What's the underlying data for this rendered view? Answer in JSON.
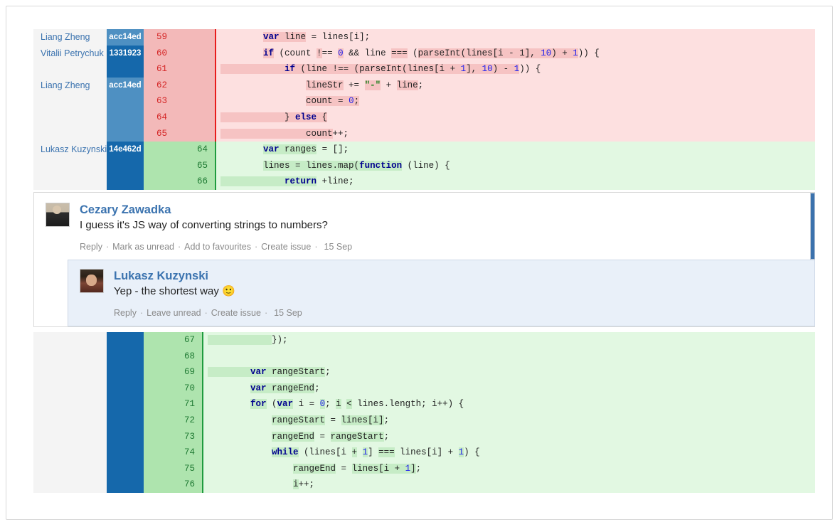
{
  "diff_top": {
    "rows": [
      {
        "author": "Liang Zheng",
        "hash": "acc14ed",
        "hash_shade": "light",
        "num": "59",
        "kind": "del",
        "code": [
          {
            "t": "        ",
            "h": false,
            "c": ""
          },
          {
            "t": "var",
            "h": true,
            "c": "kw"
          },
          {
            "t": " ",
            "h": true,
            "c": ""
          },
          {
            "t": "line",
            "h": true,
            "c": ""
          },
          {
            "t": " = lines[i];",
            "h": false,
            "c": ""
          }
        ]
      },
      {
        "author": "Vitalii Petrychuk",
        "hash": "1331923",
        "hash_shade": "dark",
        "num": "60",
        "kind": "del",
        "code": [
          {
            "t": "        ",
            "h": false,
            "c": ""
          },
          {
            "t": "if",
            "h": true,
            "c": "kw"
          },
          {
            "t": " (count ",
            "h": false,
            "c": ""
          },
          {
            "t": "!",
            "h": true,
            "c": ""
          },
          {
            "t": "== ",
            "h": false,
            "c": ""
          },
          {
            "t": "0",
            "h": true,
            "c": "num"
          },
          {
            "t": " && line ",
            "h": false,
            "c": ""
          },
          {
            "t": "===",
            "h": true,
            "c": ""
          },
          {
            "t": " (",
            "h": false,
            "c": ""
          },
          {
            "t": "parseInt(lines[i ",
            "h": true,
            "c": ""
          },
          {
            "t": "-",
            "h": true,
            "c": ""
          },
          {
            "t": " 1], ",
            "h": true,
            "c": ""
          },
          {
            "t": "10",
            "h": true,
            "c": "num"
          },
          {
            "t": ") + ",
            "h": true,
            "c": ""
          },
          {
            "t": "1",
            "h": true,
            "c": "num"
          },
          {
            "t": ")) {",
            "h": false,
            "c": ""
          }
        ]
      },
      {
        "author": "",
        "hash": "",
        "hash_shade": "dark",
        "num": "61",
        "kind": "del",
        "code": [
          {
            "t": "            ",
            "h": true,
            "c": ""
          },
          {
            "t": "if",
            "h": true,
            "c": "kw"
          },
          {
            "t": " (line ",
            "h": true,
            "c": ""
          },
          {
            "t": "!",
            "h": true,
            "c": ""
          },
          {
            "t": "== ",
            "h": true,
            "c": ""
          },
          {
            "t": "(parseInt(lines[i + ",
            "h": true,
            "c": ""
          },
          {
            "t": "1",
            "h": true,
            "c": "num"
          },
          {
            "t": "], ",
            "h": true,
            "c": ""
          },
          {
            "t": "10",
            "h": true,
            "c": "num"
          },
          {
            "t": ") ",
            "h": true,
            "c": ""
          },
          {
            "t": "-",
            "h": true,
            "c": ""
          },
          {
            "t": " ",
            "h": true,
            "c": ""
          },
          {
            "t": "1",
            "h": true,
            "c": "num"
          },
          {
            "t": ")) {",
            "h": false,
            "c": ""
          }
        ]
      },
      {
        "author": "Liang Zheng",
        "hash": "acc14ed",
        "hash_shade": "light",
        "num": "62",
        "kind": "del",
        "code": [
          {
            "t": "                ",
            "h": false,
            "c": ""
          },
          {
            "t": "lineStr",
            "h": true,
            "c": ""
          },
          {
            "t": " += ",
            "h": false,
            "c": ""
          },
          {
            "t": "\"-\"",
            "h": true,
            "c": "str"
          },
          {
            "t": " + ",
            "h": false,
            "c": ""
          },
          {
            "t": "line",
            "h": true,
            "c": ""
          },
          {
            "t": ";",
            "h": false,
            "c": ""
          }
        ]
      },
      {
        "author": "",
        "hash": "",
        "hash_shade": "light",
        "num": "63",
        "kind": "del",
        "code": [
          {
            "t": "                ",
            "h": false,
            "c": ""
          },
          {
            "t": "count",
            "h": true,
            "c": ""
          },
          {
            "t": " = ",
            "h": true,
            "c": ""
          },
          {
            "t": "0",
            "h": true,
            "c": "num"
          },
          {
            "t": ";",
            "h": true,
            "c": ""
          }
        ]
      },
      {
        "author": "",
        "hash": "",
        "hash_shade": "light",
        "num": "64",
        "kind": "del",
        "code": [
          {
            "t": "            ",
            "h": true,
            "c": ""
          },
          {
            "t": "} ",
            "h": true,
            "c": ""
          },
          {
            "t": "else",
            "h": true,
            "c": "kw"
          },
          {
            "t": " {",
            "h": true,
            "c": ""
          }
        ]
      },
      {
        "author": "",
        "hash": "",
        "hash_shade": "light",
        "num": "65",
        "kind": "del",
        "code": [
          {
            "t": "                ",
            "h": true,
            "c": ""
          },
          {
            "t": "count",
            "h": true,
            "c": ""
          },
          {
            "t": "++;",
            "h": false,
            "c": ""
          }
        ]
      },
      {
        "author": "Lukasz Kuzynski",
        "hash": "14e462d",
        "hash_shade": "dark",
        "num": "64",
        "kind": "add",
        "code": [
          {
            "t": "        ",
            "h": false,
            "c": ""
          },
          {
            "t": "var",
            "h": true,
            "c": "kw"
          },
          {
            "t": " ",
            "h": true,
            "c": ""
          },
          {
            "t": "ranges",
            "h": true,
            "c": ""
          },
          {
            "t": " = [];",
            "h": false,
            "c": ""
          }
        ]
      },
      {
        "author": "",
        "hash": "",
        "hash_shade": "dark",
        "num": "65",
        "kind": "add",
        "code": [
          {
            "t": "        ",
            "h": false,
            "c": ""
          },
          {
            "t": "lines",
            "h": true,
            "c": ""
          },
          {
            "t": " = ",
            "h": true,
            "c": ""
          },
          {
            "t": "lines.map(",
            "h": true,
            "c": ""
          },
          {
            "t": "function",
            "h": true,
            "c": "kw"
          },
          {
            "t": " (line) {",
            "h": false,
            "c": ""
          }
        ]
      },
      {
        "author": "",
        "hash": "",
        "hash_shade": "dark",
        "num": "66",
        "kind": "add",
        "code": [
          {
            "t": "            ",
            "h": true,
            "c": ""
          },
          {
            "t": "return",
            "h": true,
            "c": "kw"
          },
          {
            "t": " +line;",
            "h": false,
            "c": ""
          }
        ]
      }
    ]
  },
  "comments": {
    "main": {
      "author": "Cezary Zawadka",
      "text": "I guess it's JS way of converting strings to numbers?",
      "actions": [
        "Reply",
        "Mark as unread",
        "Add to favourites",
        "Create issue"
      ],
      "date": "15 Sep",
      "avatar_icon": "user-avatar-icon"
    },
    "reply": {
      "author": "Lukasz Kuzynski",
      "text": "Yep - the shortest way ",
      "emoji": "🙂",
      "actions": [
        "Reply",
        "Leave unread",
        "Create issue"
      ],
      "date": "15 Sep",
      "avatar_icon": "user-avatar-icon"
    },
    "separator": "·"
  },
  "diff_bottom": {
    "rows": [
      {
        "author": "",
        "hash": "",
        "hash_shade": "dark",
        "num": "67",
        "kind": "add",
        "code": [
          {
            "t": "            ",
            "h": true,
            "c": ""
          },
          {
            "t": "});",
            "h": false,
            "c": ""
          }
        ]
      },
      {
        "author": "",
        "hash": "",
        "hash_shade": "dark",
        "num": "68",
        "kind": "add",
        "code": [
          {
            "t": "",
            "h": false,
            "c": ""
          }
        ]
      },
      {
        "author": "",
        "hash": "",
        "hash_shade": "dark",
        "num": "69",
        "kind": "add",
        "code": [
          {
            "t": "        ",
            "h": true,
            "c": ""
          },
          {
            "t": "var",
            "h": true,
            "c": "kw"
          },
          {
            "t": " ",
            "h": true,
            "c": ""
          },
          {
            "t": "rangeStart",
            "h": true,
            "c": ""
          },
          {
            "t": ";",
            "h": false,
            "c": ""
          }
        ]
      },
      {
        "author": "",
        "hash": "",
        "hash_shade": "dark",
        "num": "70",
        "kind": "add",
        "code": [
          {
            "t": "        ",
            "h": false,
            "c": ""
          },
          {
            "t": "var",
            "h": true,
            "c": "kw"
          },
          {
            "t": " ",
            "h": true,
            "c": ""
          },
          {
            "t": "rangeEnd",
            "h": true,
            "c": ""
          },
          {
            "t": ";",
            "h": false,
            "c": ""
          }
        ]
      },
      {
        "author": "",
        "hash": "",
        "hash_shade": "dark",
        "num": "71",
        "kind": "add",
        "code": [
          {
            "t": "        ",
            "h": false,
            "c": ""
          },
          {
            "t": "for",
            "h": true,
            "c": "kw"
          },
          {
            "t": " (",
            "h": false,
            "c": ""
          },
          {
            "t": "var",
            "h": true,
            "c": "kw"
          },
          {
            "t": " i = ",
            "h": false,
            "c": ""
          },
          {
            "t": "0",
            "h": true,
            "c": "num"
          },
          {
            "t": "; ",
            "h": false,
            "c": ""
          },
          {
            "t": "i",
            "h": true,
            "c": ""
          },
          {
            "t": " ",
            "h": false,
            "c": ""
          },
          {
            "t": "<",
            "h": true,
            "c": ""
          },
          {
            "t": " lines.length; i++) {",
            "h": false,
            "c": ""
          }
        ]
      },
      {
        "author": "",
        "hash": "",
        "hash_shade": "dark",
        "num": "72",
        "kind": "add",
        "code": [
          {
            "t": "            ",
            "h": false,
            "c": ""
          },
          {
            "t": "rangeStart",
            "h": true,
            "c": ""
          },
          {
            "t": " = ",
            "h": false,
            "c": ""
          },
          {
            "t": "lines[i]",
            "h": true,
            "c": ""
          },
          {
            "t": ";",
            "h": false,
            "c": ""
          }
        ]
      },
      {
        "author": "",
        "hash": "",
        "hash_shade": "dark",
        "num": "73",
        "kind": "add",
        "code": [
          {
            "t": "            ",
            "h": false,
            "c": ""
          },
          {
            "t": "rangeEnd",
            "h": true,
            "c": ""
          },
          {
            "t": " = ",
            "h": false,
            "c": ""
          },
          {
            "t": "rangeStart",
            "h": true,
            "c": ""
          },
          {
            "t": ";",
            "h": false,
            "c": ""
          }
        ]
      },
      {
        "author": "",
        "hash": "",
        "hash_shade": "dark",
        "num": "74",
        "kind": "add",
        "code": [
          {
            "t": "            ",
            "h": false,
            "c": ""
          },
          {
            "t": "while",
            "h": true,
            "c": "kw"
          },
          {
            "t": " (lines[i ",
            "h": false,
            "c": ""
          },
          {
            "t": "+",
            "h": true,
            "c": ""
          },
          {
            "t": " ",
            "h": false,
            "c": ""
          },
          {
            "t": "1",
            "h": true,
            "c": "num"
          },
          {
            "t": "] ",
            "h": false,
            "c": ""
          },
          {
            "t": "===",
            "h": true,
            "c": ""
          },
          {
            "t": " lines[i] + ",
            "h": false,
            "c": ""
          },
          {
            "t": "1",
            "h": true,
            "c": "num"
          },
          {
            "t": ") {",
            "h": false,
            "c": ""
          }
        ]
      },
      {
        "author": "",
        "hash": "",
        "hash_shade": "dark",
        "num": "75",
        "kind": "add",
        "code": [
          {
            "t": "                ",
            "h": false,
            "c": ""
          },
          {
            "t": "rangeEnd",
            "h": true,
            "c": ""
          },
          {
            "t": " = ",
            "h": false,
            "c": ""
          },
          {
            "t": "lines[i + ",
            "h": true,
            "c": ""
          },
          {
            "t": "1",
            "h": true,
            "c": "num"
          },
          {
            "t": "]",
            "h": true,
            "c": ""
          },
          {
            "t": ";",
            "h": false,
            "c": ""
          }
        ]
      },
      {
        "author": "",
        "hash": "",
        "hash_shade": "dark",
        "num": "76",
        "kind": "add",
        "code": [
          {
            "t": "                ",
            "h": false,
            "c": ""
          },
          {
            "t": "i",
            "h": true,
            "c": ""
          },
          {
            "t": "++;",
            "h": false,
            "c": ""
          }
        ]
      }
    ]
  },
  "colors": {
    "del_bg": "#fde0e0",
    "del_word": "#f6c3c3",
    "del_gutter": "#f3b9b9",
    "del_border": "#e81c1c",
    "add_bg": "#e2f8e2",
    "add_word": "#c6ecc6",
    "add_gutter": "#aee4ae",
    "add_border": "#1f9b3e",
    "blame_light": "#4e90c2",
    "blame_dark": "#1568ab",
    "link_blue": "#3b73af",
    "accent": "#3b72ad",
    "reply_bg": "#e9f0f9"
  }
}
